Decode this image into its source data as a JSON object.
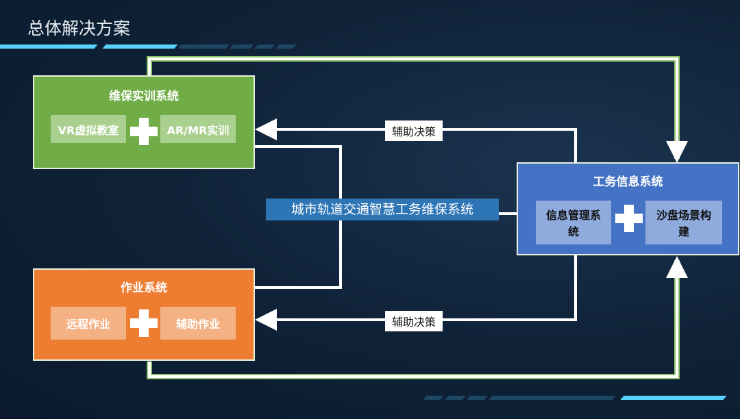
{
  "title": "总体解决方案",
  "center_label": "城市轨道交通智慧工务维保系统",
  "training": {
    "title": "维保实训系统",
    "left": "VR虚拟教室",
    "right": "AR/MR实训"
  },
  "work": {
    "title": "作业系统",
    "left": "远程作业",
    "right": "辅助作业"
  },
  "info": {
    "title": "工务信息系统",
    "left": "信息管理系统",
    "right": "沙盘场景构建"
  },
  "arrow_labels": {
    "top": "辅助决策",
    "bottom": "辅助决策"
  },
  "colors": {
    "green": "#70ad47",
    "orange": "#ed7d31",
    "blue": "#4472c4",
    "accent": "#5ad2ff"
  }
}
